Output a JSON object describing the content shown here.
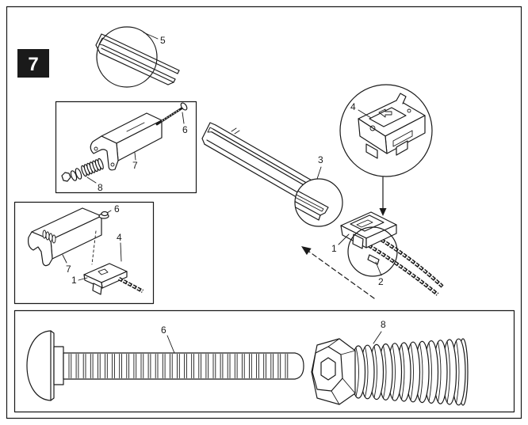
{
  "step_number": "7",
  "colors": {
    "ink": "#1a1a1a",
    "badge": "#1a1a1a",
    "background": "#ffffff"
  },
  "callouts": {
    "top_detail": {
      "rail": "5"
    },
    "box1": {
      "bolt": "6",
      "bracket": "7",
      "spring": "8"
    },
    "box2": {
      "bolt": "6",
      "trolley": "4",
      "bracket": "7",
      "carriage": "1"
    },
    "rail_end": {
      "rail": "3"
    },
    "trolley_detail": {
      "trolley": "4"
    },
    "assembly": {
      "carriage": "1",
      "clip": "2"
    },
    "parts": {
      "bolt": "6",
      "spring_nut": "8"
    }
  }
}
